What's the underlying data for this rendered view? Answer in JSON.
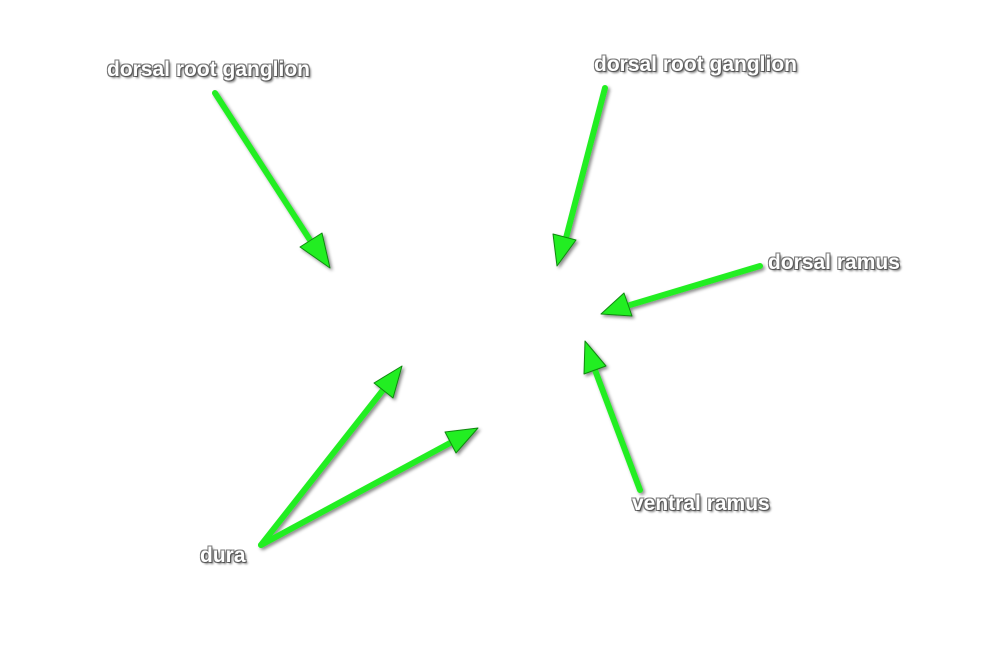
{
  "labels": {
    "dorsal_root_ganglion_left": "dorsal root ganglion",
    "dorsal_root_ganglion_right": "dorsal root ganglion",
    "dorsal_ramus": "dorsal ramus",
    "ventral_ramus": "ventral ramus",
    "dura": "dura"
  },
  "colors": {
    "arrow": "#22ee22",
    "arrow_outline": "#118811",
    "label_text": "#ffffff",
    "background": "#ffffff"
  }
}
